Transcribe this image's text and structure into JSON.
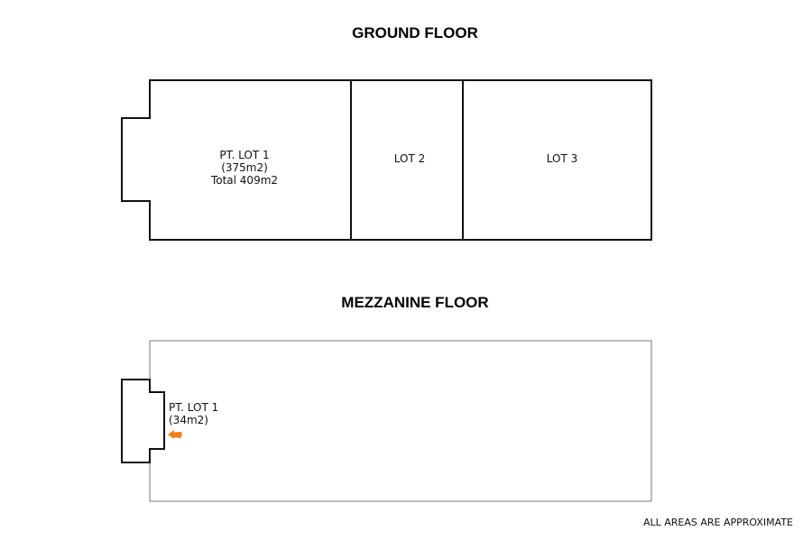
{
  "ground_floor": {
    "title": "GROUND FLOOR",
    "lots": [
      {
        "lines": [
          "PT. LOT 1",
          "(375m2)",
          "Total 409m2"
        ]
      },
      {
        "lines": [
          "LOT 2"
        ]
      },
      {
        "lines": [
          "LOT 3"
        ]
      }
    ]
  },
  "mezzanine_floor": {
    "title": "MEZZANINE FLOOR",
    "lot": {
      "lines": [
        "PT. LOT 1",
        "(34m2)"
      ]
    },
    "arrow_color": "#f07f1e"
  },
  "footer_note": "ALL AREAS ARE APPROXIMATE"
}
